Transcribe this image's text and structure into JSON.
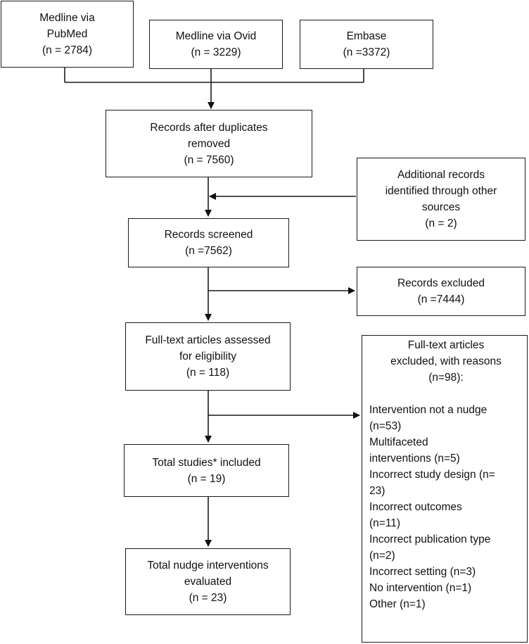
{
  "identification": {
    "pubmed": {
      "lines": [
        "Medline via",
        "PubMed",
        "(n = 2784)"
      ]
    },
    "ovid": {
      "lines": [
        "Medline via Ovid",
        "(n = 3229)"
      ]
    },
    "embase": {
      "lines": [
        "Embase",
        "(n =3372)"
      ]
    }
  },
  "duplicates_removed": {
    "lines": [
      "Records after duplicates",
      "removed",
      "(n = 7560)"
    ]
  },
  "additional_records": {
    "lines": [
      "Additional records",
      "identified through other",
      "sources",
      "(n = 2)"
    ]
  },
  "screened": {
    "lines": [
      "Records screened",
      "(n =7562)"
    ]
  },
  "excluded": {
    "lines": [
      "Records excluded",
      "(n =7444)"
    ]
  },
  "eligibility": {
    "lines": [
      "Full-text articles assessed",
      "for eligibility",
      "(n = 118)"
    ]
  },
  "fulltext_excluded": {
    "heading": [
      "Full-text articles",
      "excluded, with reasons",
      "(n=98):"
    ],
    "reasons": [
      "Intervention not a nudge",
      "(n=53)",
      "Multifaceted",
      "interventions (n=5)",
      "Incorrect study design (n=",
      "23)",
      "Incorrect outcomes",
      "(n=11)",
      "Incorrect publication type",
      "(n=2)",
      "Incorrect setting (n=3)",
      "No intervention (n=1)",
      "Other (n=1)"
    ]
  },
  "included": {
    "lines": [
      "Total studies* included",
      "(n = 19)"
    ]
  },
  "nudge_interventions": {
    "lines": [
      "Total nudge interventions",
      "evaluated",
      "(n = 23)"
    ]
  }
}
